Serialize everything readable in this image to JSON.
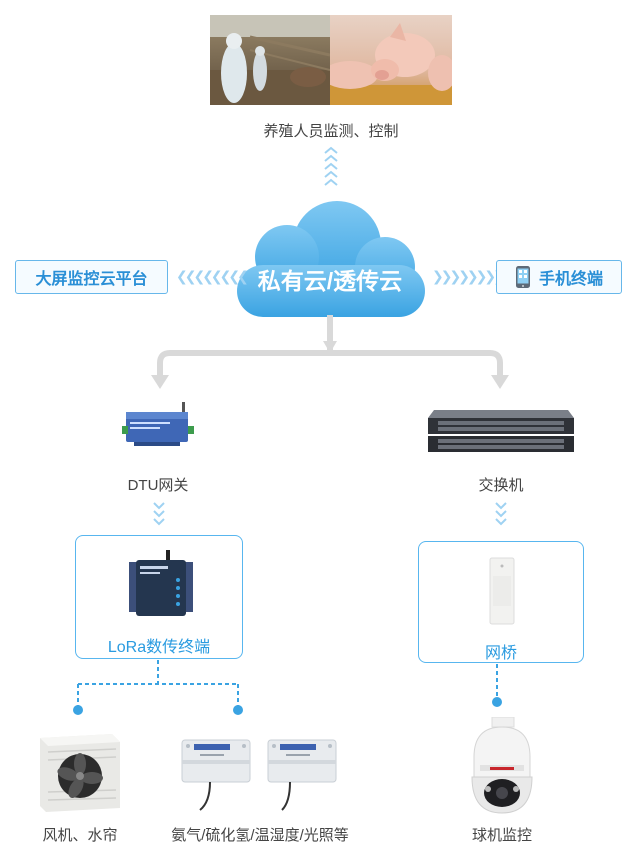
{
  "top": {
    "caption": "养殖人员监测、控制"
  },
  "cloud": {
    "label": "私有云/透传云"
  },
  "left_platform": {
    "label": "大屏监控云平台"
  },
  "right_terminal": {
    "label": "手机终端"
  },
  "dtu": {
    "label": "DTU网关"
  },
  "switch": {
    "label": "交换机"
  },
  "lora": {
    "label": "LoRa数传终端"
  },
  "bridge": {
    "label": "网桥"
  },
  "fan": {
    "label": "风机、水帘"
  },
  "sensors": {
    "label": "氨气/硫化氢/温湿度/光照等"
  },
  "dome": {
    "label": "球机监控"
  },
  "colors": {
    "accent": "#2a9be0",
    "cloud": "#3fa9e6",
    "arrow": "#d6d6d6"
  }
}
